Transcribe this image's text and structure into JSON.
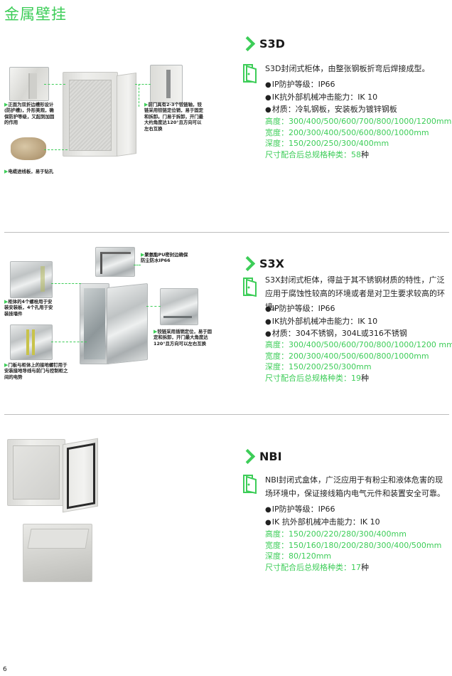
{
  "page": {
    "title": "金属壁挂",
    "number": "6"
  },
  "sections": [
    {
      "id": "s3d",
      "name": "S3D",
      "description": "S3D封闭式柜体，由整张钢板折弯后焊接成型。",
      "features": [
        "IP防护等级：IP66",
        "IK抗外部机械冲击能力：IK 10",
        "材质：冷轧钢板，安装板为镀锌钢板"
      ],
      "specs": {
        "height": "高度：300/400/500/600/700/800/1000/1200mm",
        "width": "宽度：200/300/400/500/600/800/1000mm",
        "depth": "深度：150/200/250/300/400mm",
        "total_label": "尺寸配合后总规格种类：",
        "total_value": "58",
        "total_unit": "种"
      },
      "callouts": [
        "正面为双折边槽形设计(防护槽)，外形美观，确保防护等级，又起到加固的作用",
        "前门具有2-3个铰链轴，铰链采用铰链定位销，易于固定和拆卸。门易于拆卸，开门最大约角度达120°且方向可以左右互换",
        "电缆进线板，易于钻孔"
      ]
    },
    {
      "id": "s3x",
      "name": "S3X",
      "description": "S3X封闭式柜体，得益于其不锈钢材质的特性，广泛应用于腐蚀性较高的环境或者是对卫生要求较高的环境。",
      "features": [
        "IP防护等级：IP66",
        "IK抗外部机械冲击能力：IK 10",
        "材质：304不锈钢，304L或316不锈钢"
      ],
      "specs": {
        "height": "高度：300/400/500/600/700/800/1000/1200 mm",
        "width": "宽度：200/300/400/500/600/800/1000mm",
        "depth": "深度：150/200/250/300mm",
        "total_label": "尺寸配合后总规格种类：",
        "total_value": "19",
        "total_unit": "种"
      },
      "callouts": [
        "聚氨酯PU密封边确保防尘防水IP66",
        "柜体的4个螺栓用于安装安装板，4个孔用于安装挂墙件",
        "铰链采用插销定位，易于固定和拆卸，开门最大角度达120°且方向可以左右互换",
        "门板与柜体上的接地螺钉用于安装接地导线与前门与控制柜之间的电势"
      ]
    },
    {
      "id": "nbi",
      "name": "NBI",
      "description": "NBI封闭式盒体，广泛应用于有粉尘和液体危害的现场环境中，保证接线箱内电气元件和装置安全可靠。",
      "features": [
        "IP防护等级：IP66",
        "IK 抗外部机械冲击能力：IK 10"
      ],
      "specs": {
        "height": "高度：150/200/220/280/300/400mm",
        "width": "宽度：150/160/180/200/280/300/400/500mm",
        "depth": "深度：80/120mm",
        "total_label": "尺寸配合后总规格种类：",
        "total_value": "17",
        "total_unit": "种"
      }
    }
  ],
  "colors": {
    "accent": "#3dcd58",
    "text": "#222222",
    "divider": "#bdbdbd"
  },
  "icons": [
    "chevron-right-icon",
    "cabinet-door-icon"
  ]
}
